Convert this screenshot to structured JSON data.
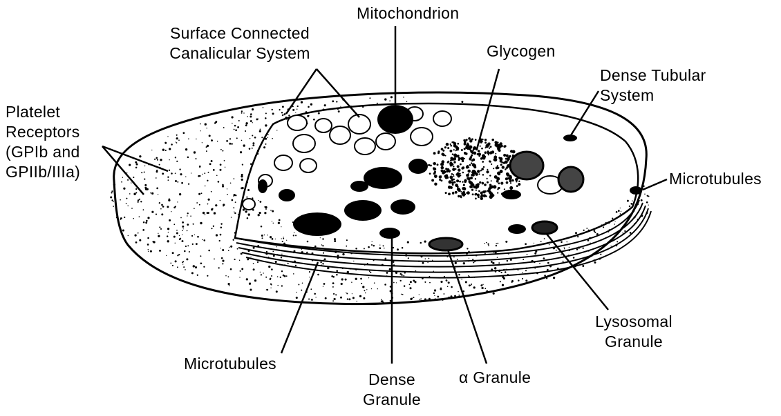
{
  "diagram": {
    "labels": {
      "mitochondrion": "Mitochondrion",
      "surface_canalicular": [
        "Surface Connected",
        "Canalicular System"
      ],
      "glycogen": "Glycogen",
      "dense_tubular": [
        "Dense Tubular",
        "System"
      ],
      "platelet_receptors": [
        "Platelet",
        "Receptors",
        "(GPIb and",
        "GPIIb/IIIa)"
      ],
      "microtubules_right": "Microtubules",
      "lysosomal_granule": [
        "Lysosomal",
        "Granule"
      ],
      "microtubules_bottom": "Microtubules",
      "dense_granule": [
        "Dense",
        "Granule"
      ],
      "alpha_granule": "α Granule"
    },
    "colors": {
      "ink": "#000000",
      "background": "#ffffff"
    }
  }
}
